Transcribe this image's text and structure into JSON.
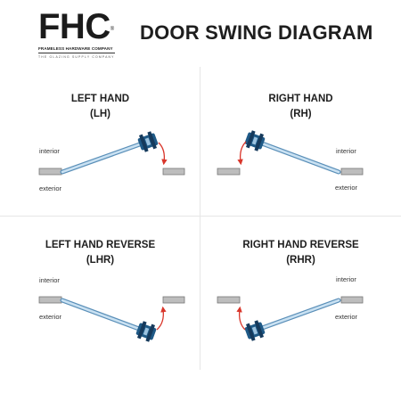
{
  "logo": {
    "mark": "FHC",
    "trademark": "®",
    "line1": "FRAMELESS HARDWARE COMPANY",
    "line2": "THE GLAZING SUPPLY COMPANY"
  },
  "title": "DOOR SWING DIAGRAM",
  "quadrants": [
    {
      "name": "LEFT HAND",
      "abbr": "(LH)",
      "top_side": "interior",
      "bottom_side": "exterior"
    },
    {
      "name": "RIGHT HAND",
      "abbr": "(RH)",
      "top_side": "interior",
      "bottom_side": "exterior"
    },
    {
      "name": "LEFT HAND REVERSE",
      "abbr": "(LHR)",
      "top_side": "interior",
      "bottom_side": "exterior"
    },
    {
      "name": "RIGHT HAND REVERSE",
      "abbr": "(RHR)",
      "top_side": "interior",
      "bottom_side": "exterior"
    }
  ],
  "colors": {
    "glass": "#a9cfe8",
    "glass_edge": "#5a8fb8",
    "hinge": "#1f5a87",
    "hinge_dark": "#163a5c",
    "wall": "#9a9a9a",
    "arrow": "#d9362b"
  },
  "icons": [
    "hinge-icon",
    "swing-arrow-icon",
    "wall-jamb-icon"
  ]
}
